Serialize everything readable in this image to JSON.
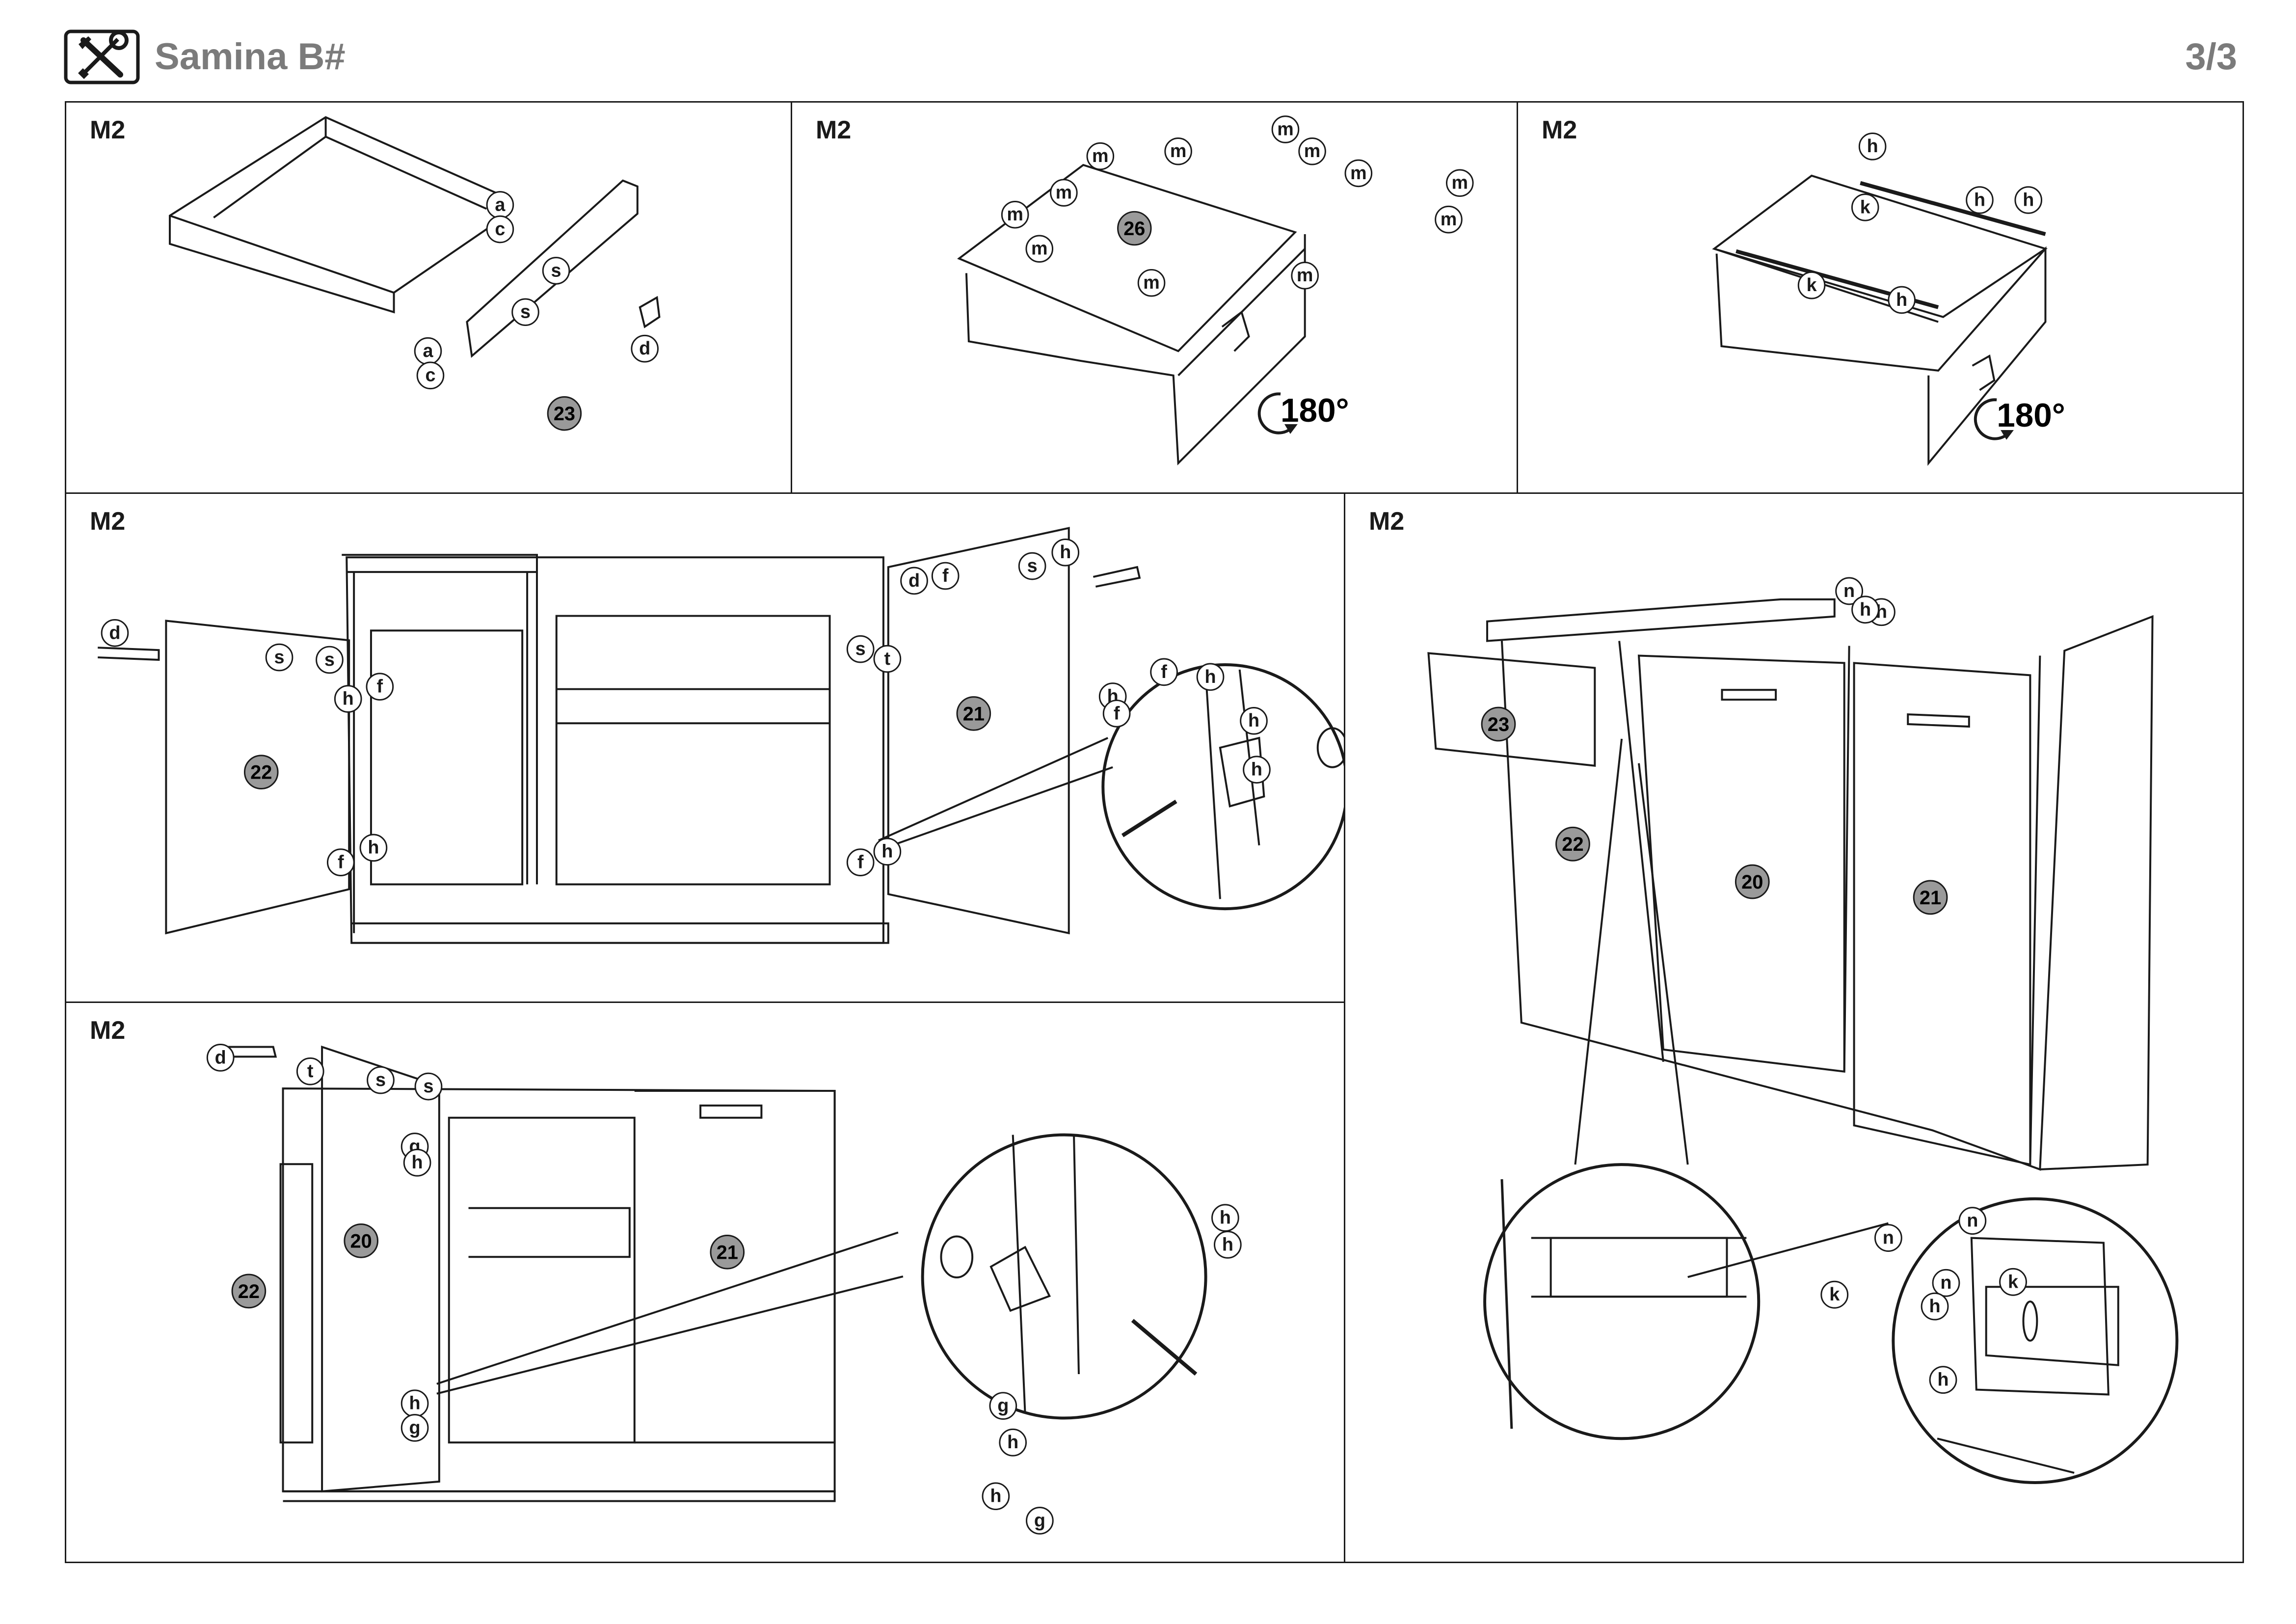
{
  "header": {
    "title": "Samina B#",
    "page": "3/3",
    "icon": "tools-icon"
  },
  "panels": [
    {
      "id": "p1",
      "step": "M2",
      "part_numbers": [
        "23"
      ],
      "hardware_callouts": [
        "a",
        "c",
        "a",
        "c",
        "s",
        "s",
        "d"
      ]
    },
    {
      "id": "p2",
      "step": "M2",
      "part_numbers": [
        "26"
      ],
      "hardware_callouts": [
        "m",
        "m",
        "m",
        "m",
        "m",
        "m",
        "m",
        "m",
        "m",
        "m",
        "m",
        "m"
      ],
      "rotation": "180°"
    },
    {
      "id": "p3",
      "step": "M2",
      "hardware_callouts": [
        "h",
        "k",
        "h",
        "h",
        "k",
        "h"
      ],
      "rotation": "180°"
    },
    {
      "id": "p4",
      "step": "M2",
      "part_numbers": [
        "22",
        "21"
      ],
      "hardware_callouts": [
        "d",
        "s",
        "s",
        "f",
        "h",
        "h",
        "f",
        "d",
        "s",
        "s",
        "t",
        "f",
        "h",
        "f",
        "h",
        "f",
        "h",
        "h",
        "f",
        "h",
        "h"
      ]
    },
    {
      "id": "p5",
      "step": "M2",
      "part_numbers": [
        "23",
        "22",
        "20",
        "21"
      ],
      "hardware_callouts": [
        "n",
        "h",
        "h",
        "n",
        "n",
        "k",
        "k",
        "n",
        "h",
        "h"
      ]
    },
    {
      "id": "p6",
      "step": "M2",
      "part_numbers": [
        "22",
        "20",
        "21"
      ],
      "hardware_callouts": [
        "d",
        "t",
        "s",
        "s",
        "g",
        "h",
        "h",
        "g",
        "g",
        "h",
        "h",
        "g",
        "h",
        "h"
      ]
    }
  ]
}
